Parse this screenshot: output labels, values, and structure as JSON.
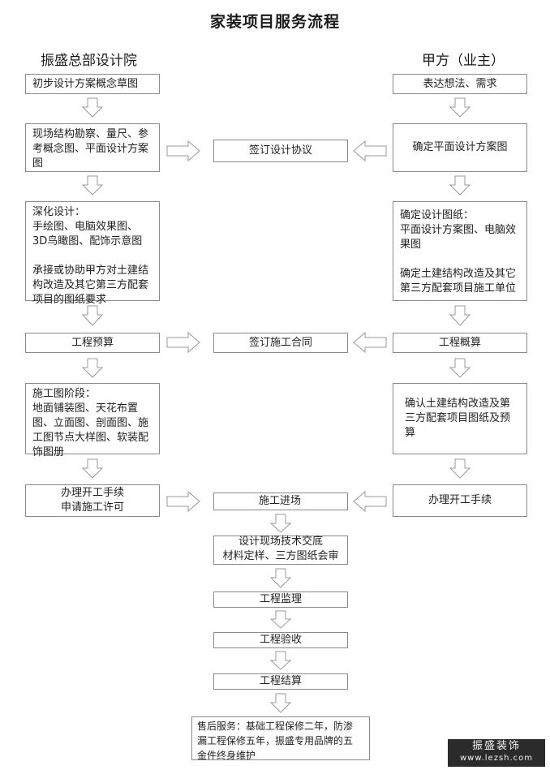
{
  "title": "家装项目服务流程",
  "left_header": "振盛总部设计院",
  "right_header": "甲方（业主）",
  "boxes": {
    "l1": [
      "初步设计方案概念草图"
    ],
    "l2": [
      "现场结构勘察、量尺、参",
      "考概念图、平面设计方案",
      "图"
    ],
    "l3": [
      "深化设计：",
      "手绘图、电脑效果图、",
      "3D鸟瞰图、配饰示意图",
      "",
      "承接或协助甲方对土建结",
      "构改造及其它第三方配套",
      "项目的图纸要求"
    ],
    "l4": [
      "工程预算"
    ],
    "l5": [
      "施工图阶段：",
      "地面铺装图、天花布置",
      "图、立面图、剖面图、施",
      "工图节点大样图、软装配",
      "饰图册"
    ],
    "l6": [
      "办理开工手续",
      "申请施工许可"
    ],
    "r1": [
      "表达想法、需求"
    ],
    "r2": [
      "确定平面设计方案图"
    ],
    "r3": [
      "确定设计图纸：",
      "平面设计方案图、电脑效",
      "果图",
      "",
      "确定土建结构改造及其它",
      "第三方配套项目施工单位"
    ],
    "r4": [
      "工程概算"
    ],
    "r5": [
      "确认土建结构改造及第",
      "三方配套项目图纸及预",
      "算"
    ],
    "r6": [
      "办理开工手续"
    ],
    "m1": [
      "签订设计协议"
    ],
    "m2": [
      "签订施工合同"
    ],
    "m3": [
      "施工进场"
    ],
    "m4": [
      "设计现场技术交底",
      "材料定样、三方图纸会审"
    ],
    "m5": [
      "工程监理"
    ],
    "m6": [
      "工程验收"
    ],
    "m7": [
      "工程结算"
    ],
    "m8": [
      "售后服务：基础工程保修二年，防渗",
      "漏工程保修五年，振盛专用品牌的五",
      "金件终身维护"
    ]
  },
  "watermark": {
    "line1": "振盛装饰",
    "line2": "www.lezsh.com"
  }
}
